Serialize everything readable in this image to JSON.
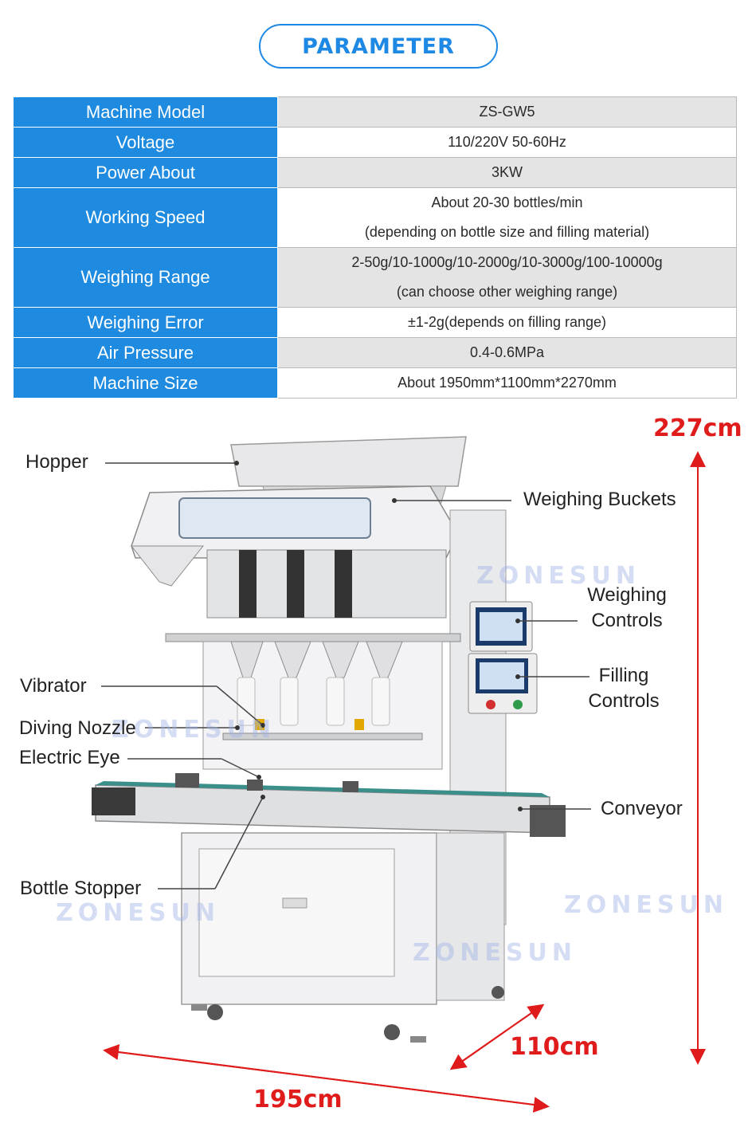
{
  "header": {
    "title": "PARAMETER"
  },
  "parameters": [
    {
      "label": "Machine Model",
      "value_lines": [
        "ZS-GW5"
      ]
    },
    {
      "label": "Voltage",
      "value_lines": [
        "110/220V 50-60Hz"
      ]
    },
    {
      "label": "Power About",
      "value_lines": [
        "3KW"
      ]
    },
    {
      "label": "Working Speed",
      "value_lines": [
        "About 20-30 bottles/min",
        "(depending on bottle size and filling material)"
      ]
    },
    {
      "label": "Weighing Range",
      "value_lines": [
        "2-50g/10-1000g/10-2000g/10-3000g/100-10000g",
        "(can choose other weighing range)"
      ]
    },
    {
      "label": "Weighing Error",
      "value_lines": [
        "±1-2g(depends on filling range)"
      ]
    },
    {
      "label": "Air Pressure",
      "value_lines": [
        "0.4-0.6MPa"
      ]
    },
    {
      "label": "Machine Size",
      "value_lines": [
        "About 1950mm*1100mm*2270mm"
      ]
    }
  ],
  "callouts": {
    "hopper": "Hopper",
    "weighing_buckets": "Weighing Buckets",
    "weighing_controls_1": "Weighing",
    "weighing_controls_2": "Controls",
    "filling_controls_1": "Filling",
    "filling_controls_2": "Controls",
    "vibrator": "Vibrator",
    "diving_nozzle": "Diving Nozzle",
    "electric_eye": "Electric Eye",
    "conveyor": "Conveyor",
    "bottle_stopper": "Bottle Stopper"
  },
  "dimensions": {
    "height": "227cm",
    "depth": "110cm",
    "width": "195cm"
  },
  "watermark": "ZONESUN",
  "colors": {
    "accent": "#1e88e5",
    "table_key_bg": "#1e8be0",
    "dimension": "#e01b1b"
  }
}
